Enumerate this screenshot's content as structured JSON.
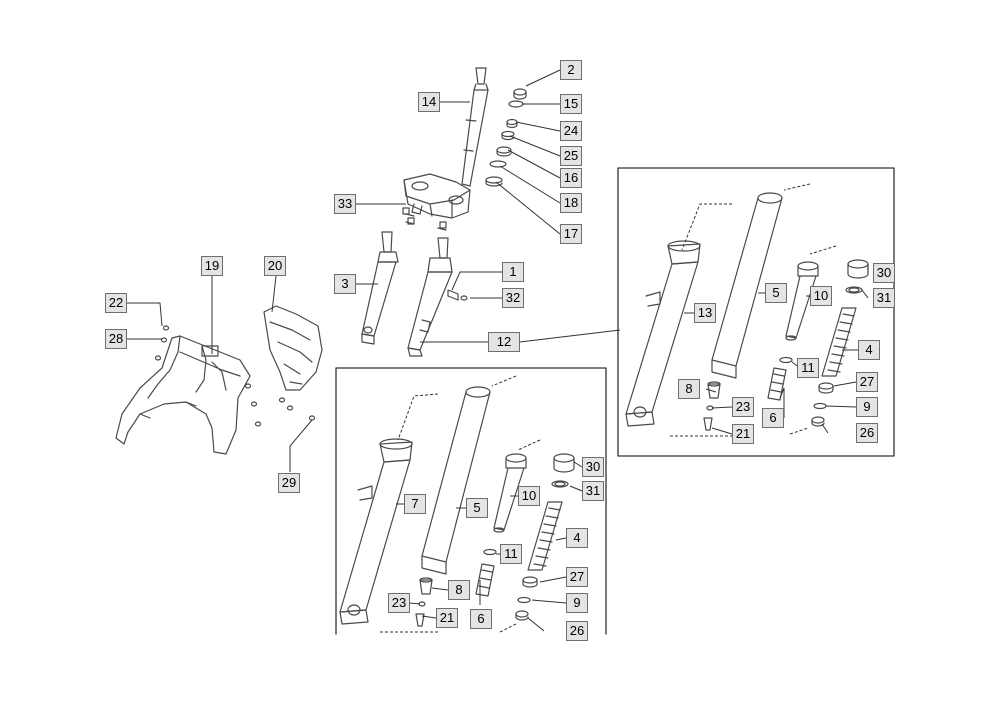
{
  "diagram": {
    "part_callouts": [
      "2",
      "15",
      "24",
      "25",
      "16",
      "18",
      "17",
      "14",
      "33",
      "3",
      "1",
      "32",
      "12",
      "19",
      "20",
      "22",
      "28",
      "29",
      "30",
      "31",
      "4",
      "27",
      "9",
      "26",
      "5",
      "10",
      "11",
      "6",
      "13",
      "8",
      "23",
      "21",
      "7"
    ],
    "colors": {
      "line": "#4a4a4a",
      "leader": "#333333",
      "label_fill": "#e4e4e4",
      "label_border": "#6e6e6e",
      "inset_frame": "#333333"
    },
    "icons": [
      "fork-leg-shape",
      "fork-tube-shape",
      "fender-shape",
      "fender-bracket-shape",
      "spring-shape",
      "seal-shape",
      "steering-stem-shape"
    ]
  }
}
